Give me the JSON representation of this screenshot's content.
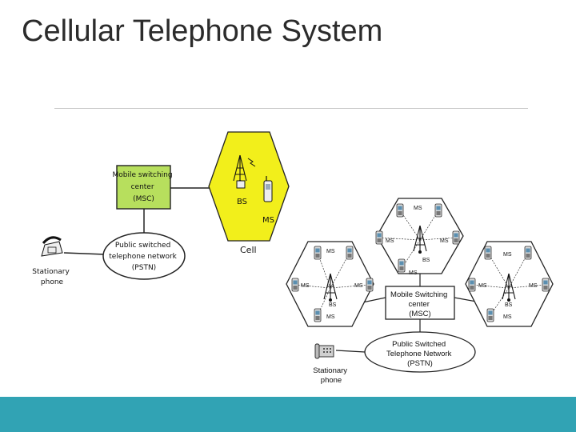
{
  "slide": {
    "title": "Cellular Telephone System",
    "footer_color": "#31a3b4"
  },
  "left_diagram": {
    "msc_line1": "Mobile switching",
    "msc_line2": "center",
    "msc_line3": "(MSC)",
    "pstn_line1": "Public switched",
    "pstn_line2": "telephone network",
    "pstn_line3": "(PSTN)",
    "phone_line1": "Stationary",
    "phone_line2": "phone",
    "bs_label": "BS",
    "ms_label": "MS",
    "cell_label": "Cell",
    "cell_color": "#f2ef1b"
  },
  "right_diagram": {
    "msc_line1": "Mobile Switching",
    "msc_line2": "center",
    "msc_line3": "(MSC)",
    "pstn_line1": "Public Switched",
    "pstn_line2": "Telephone Network",
    "pstn_line3": "(PSTN)",
    "phone_line1": "Stationary",
    "phone_line2": "phone",
    "bs_label": "BS",
    "ms_label": "MS"
  }
}
